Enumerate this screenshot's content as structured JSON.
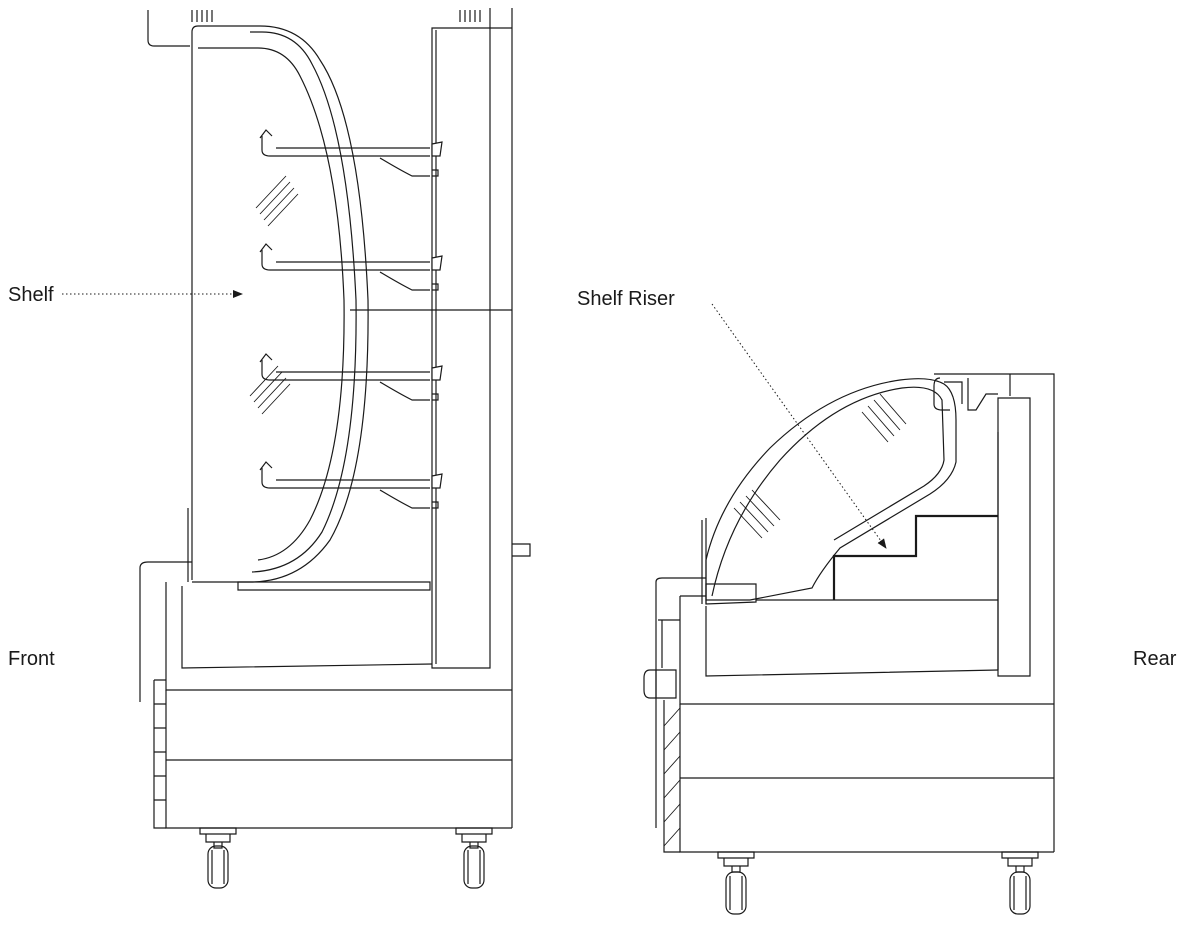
{
  "labels": {
    "shelf": "Shelf",
    "shelf_riser": "Shelf Riser",
    "front": "Front",
    "rear": "Rear"
  }
}
